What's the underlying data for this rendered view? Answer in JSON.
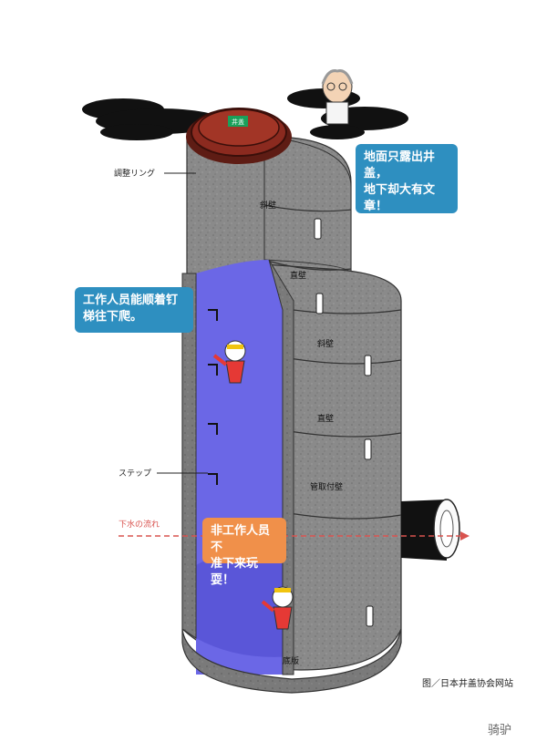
{
  "labels": {
    "adjust_ring": "調整リング",
    "step": "ステップ",
    "sewage_flow": "下水の流れ",
    "slope_wall_1": "斜壁",
    "straight_wall_1": "直壁",
    "slope_wall_2": "斜壁",
    "straight_wall_2": "直壁",
    "pipe_wall": "管取付壁",
    "base_plate": "底版",
    "lid_text": "井盖"
  },
  "callouts": {
    "top_right": "地面只露出井盖，\n地下却大有文章！",
    "left": "工作人员能顺着钉\n梯往下爬。",
    "bottom": "非工作人员不\n准下来玩耍！"
  },
  "credit": "图／日本井盖协会网站",
  "watermark": "骑驴",
  "colors": {
    "concrete": "#8a8a8a",
    "interior": "#6b67e6",
    "callout_blue": "#2e8fc0",
    "callout_orange": "#f0904a",
    "lid": "#8b2a1f",
    "flow_arrow": "#d9534f"
  }
}
